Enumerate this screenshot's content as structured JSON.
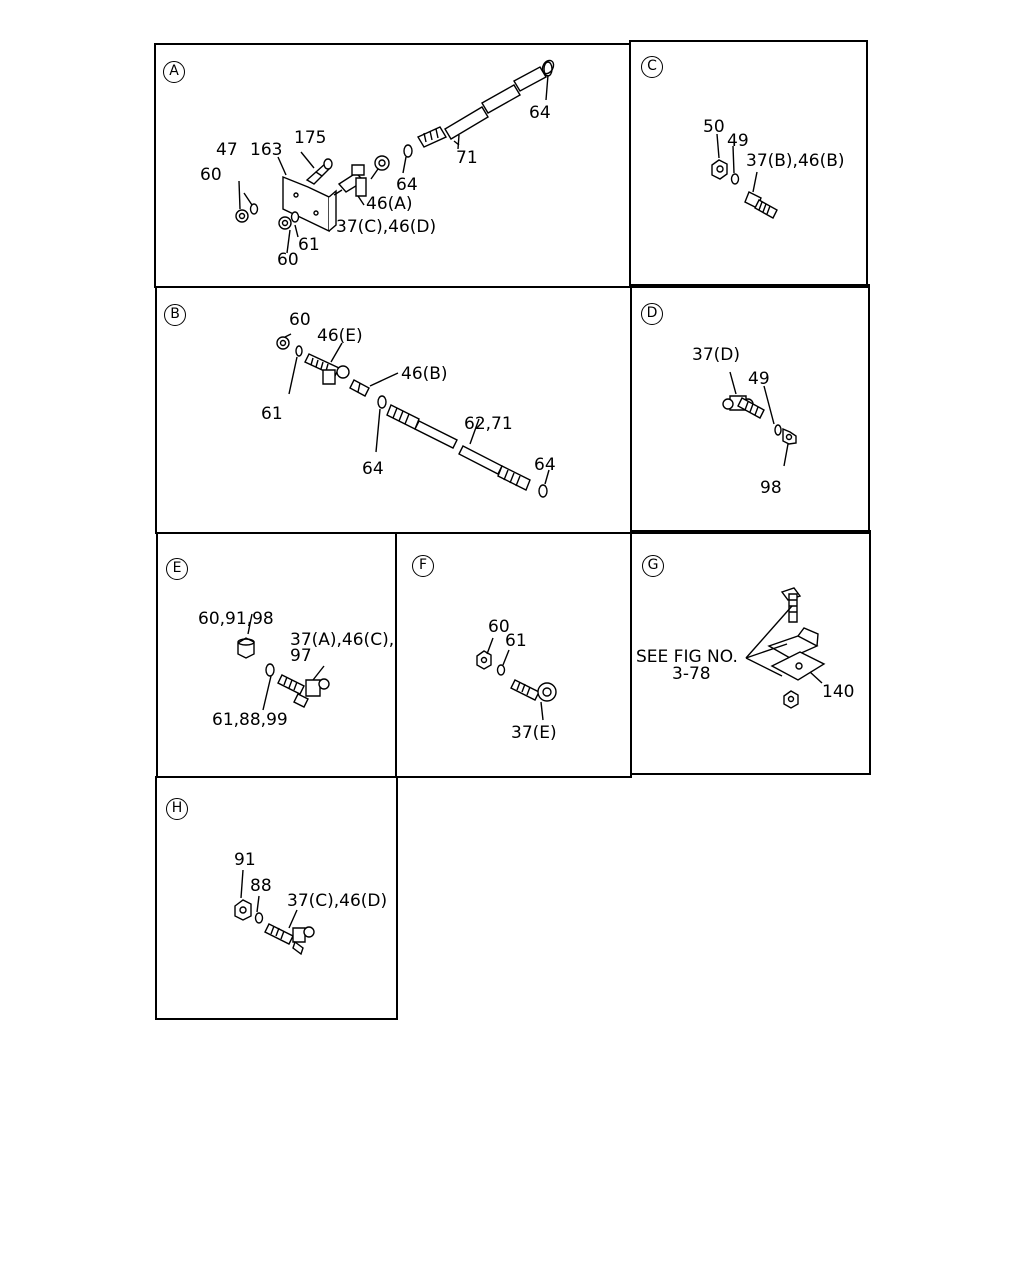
{
  "panels": {
    "A": {
      "id": "A",
      "labels": [
        "175",
        "47",
        "163",
        "60",
        "64",
        "46(A)",
        "37(C),46(D)",
        "61",
        "60",
        "71",
        "64"
      ]
    },
    "B": {
      "id": "B",
      "labels": [
        "60",
        "46(E)",
        "46(B)",
        "61",
        "62,71",
        "64",
        "64"
      ]
    },
    "C": {
      "id": "C",
      "labels": [
        "50",
        "49",
        "37(B),46(B)"
      ]
    },
    "D": {
      "id": "D",
      "labels": [
        "37(D)",
        "49",
        "98"
      ]
    },
    "E": {
      "id": "E",
      "labels": [
        "60,91,98",
        "37(A),46(C),",
        "97",
        "61,88,99"
      ]
    },
    "F": {
      "id": "F",
      "labels": [
        "60",
        "61",
        "37(E)"
      ]
    },
    "G": {
      "id": "G",
      "labels": [
        "SEE FIG NO.",
        "3-78",
        "140"
      ]
    },
    "H": {
      "id": "H",
      "labels": [
        "91",
        "88",
        "37(C),46(D)"
      ]
    }
  }
}
